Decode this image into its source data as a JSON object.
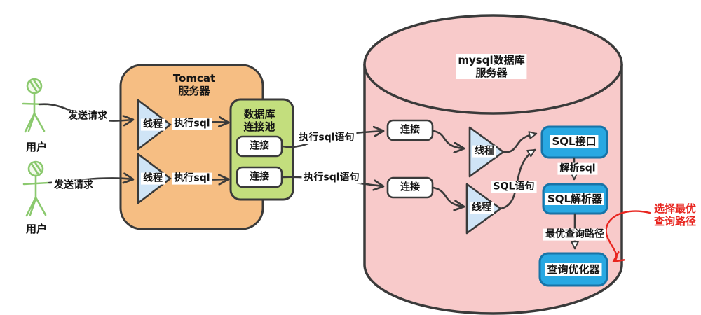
{
  "colors": {
    "ink": "#3a3a3a",
    "tomcat_fill": "#f6be83",
    "pool_fill": "#c3de7d",
    "cylinder_fill": "#f8caca",
    "triangle_fill": "#cfe4f6",
    "blue_box_fill": "#29a8e2",
    "blue_box_stroke": "#1774a8",
    "user_green": "#8bc96e",
    "annotation_red": "#e8251f"
  },
  "users": [
    {
      "label": "用户",
      "request_label": "发送请求"
    },
    {
      "label": "用户",
      "request_label": "发送请求"
    }
  ],
  "tomcat": {
    "title_line1": "Tomcat",
    "title_line2": "服务器",
    "threads": [
      "线程",
      "线程"
    ],
    "exec_sql_labels": [
      "执行sql",
      "执行sql"
    ]
  },
  "pool": {
    "title_line1": "数据库",
    "title_line2": "连接池",
    "connections": [
      "连接",
      "连接"
    ],
    "exec_sql_stmt_labels": [
      "执行sql语句",
      "执行sql语句"
    ]
  },
  "mysql": {
    "title_line1": "mysql数据库",
    "title_line2": "服务器",
    "connections": [
      "连接",
      "连接"
    ],
    "threads": [
      "线程",
      "线程"
    ],
    "sql_stmt_label": "SQL语句",
    "sql_interface_label": "SQL接口",
    "parse_sql_label": "解析sql",
    "sql_parser_label": "SQL解析器",
    "best_path_label": "最优查询路径",
    "query_optimizer_label": "查询优化器"
  },
  "annotation": {
    "line1": "选择最优",
    "line2": "查询路径"
  }
}
